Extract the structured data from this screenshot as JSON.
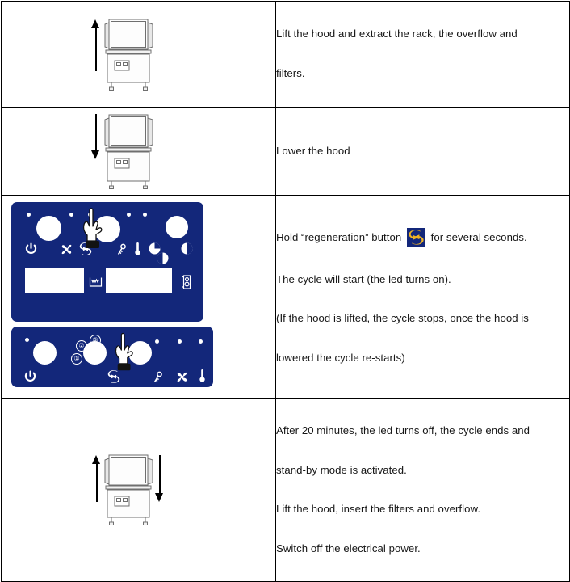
{
  "document": {
    "title": "Dishwasher regeneration procedure table",
    "colors": {
      "panel_blue": "#13277a",
      "icon_gold": "#f0b323",
      "border": "#000000",
      "text": "#171717",
      "panel_white": "#ffffff"
    }
  },
  "rows": [
    {
      "id": "row-lift-hood",
      "figure": {
        "type": "machine-hood-open",
        "arrows": [
          {
            "direction": "up",
            "position": "left"
          }
        ],
        "name": "hood-type-dishwasher-illustration"
      },
      "text_lines": [
        "Lift the hood and extract the rack, the overflow and",
        "filters."
      ]
    },
    {
      "id": "row-lower-hood",
      "figure": {
        "type": "machine-hood-closed",
        "arrows": [
          {
            "direction": "down",
            "position": "left"
          }
        ],
        "name": "hood-type-dishwasher-illustration"
      },
      "text_lines": [
        "Lower the hood"
      ]
    },
    {
      "id": "row-regeneration",
      "figure": {
        "type": "control-panels",
        "name": "control-panel-illustration"
      },
      "text_segments": [
        {
          "kind": "text",
          "value": "Hold “regeneration” button "
        },
        {
          "kind": "icon",
          "value": "regeneration-icon"
        },
        {
          "kind": "text",
          "value": " for several seconds."
        }
      ],
      "text_lines": [
        "The cycle will start (the led turns on).",
        "(If the hood is lifted, the cycle stops, once the hood is",
        "lowered the cycle re-starts)"
      ]
    },
    {
      "id": "row-cycle-end",
      "figure": {
        "type": "machine-hood-closed",
        "arrows": [
          {
            "direction": "up",
            "position": "left"
          },
          {
            "direction": "down",
            "position": "right"
          }
        ],
        "name": "hood-type-dishwasher-illustration"
      },
      "text_lines": [
        "After 20 minutes, the led turns off, the cycle ends and",
        "stand-by mode is activated.",
        "Lift the hood, insert the filters and overflow.",
        "Switch off the electrical power."
      ]
    }
  ],
  "control_panel_top": {
    "name": "upper-control-panel",
    "leds": 5,
    "buttons": [
      {
        "name": "power-button"
      },
      {
        "name": "regeneration-button"
      },
      {
        "name": "cycle-button"
      }
    ],
    "icons": [
      {
        "name": "power-icon"
      },
      {
        "name": "fan-icon"
      },
      {
        "name": "regeneration-icon"
      },
      {
        "name": "key-icon"
      },
      {
        "name": "thermometer-icon"
      },
      {
        "name": "pie-quarter-icon"
      },
      {
        "name": "contrast-half-icon"
      },
      {
        "name": "pie-half-icon"
      }
    ],
    "displays": [
      {
        "name": "left-display"
      },
      {
        "name": "right-display"
      }
    ],
    "extra_icons": [
      {
        "name": "heating-element-icon"
      },
      {
        "name": "drain-filter-icon"
      }
    ],
    "cursor": {
      "name": "hand-pointer-cursor"
    }
  },
  "control_panel_bottom": {
    "name": "lower-control-panel",
    "buttons": [
      {
        "name": "power-button"
      },
      {
        "name": "mid-button"
      },
      {
        "name": "regeneration-button"
      }
    ],
    "leds": 4,
    "callouts": [
      "①",
      "②",
      "③"
    ],
    "icons": [
      {
        "name": "power-icon"
      },
      {
        "name": "regeneration-icon"
      },
      {
        "name": "key-icon"
      },
      {
        "name": "fan-icon"
      },
      {
        "name": "thermometer-icon"
      }
    ],
    "cursor": {
      "name": "hand-pointer-cursor"
    }
  }
}
